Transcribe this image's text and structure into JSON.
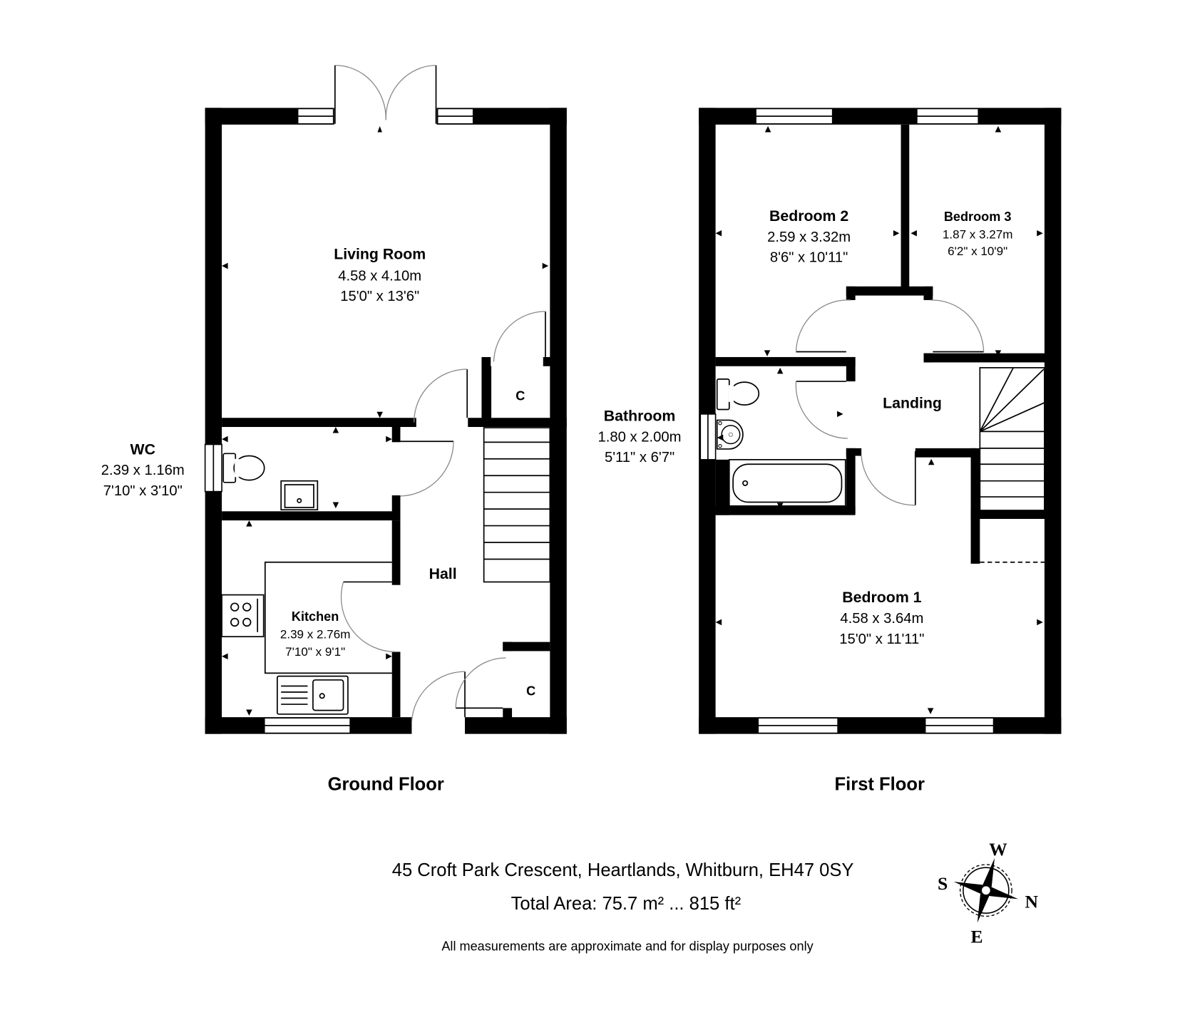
{
  "floors": [
    {
      "label": "Ground Floor",
      "rooms": [
        {
          "name": "Living Room",
          "metric": "4.58 x 4.10m",
          "imperial": "15'0\" x 13'6\""
        },
        {
          "name": "WC",
          "metric": "2.39 x 1.16m",
          "imperial": "7'10\" x 3'10\""
        },
        {
          "name": "Kitchen",
          "metric": "2.39 x 2.76m",
          "imperial": "7'10\" x 9'1\""
        },
        {
          "name": "Hall"
        },
        {
          "name": "C"
        },
        {
          "name": "C"
        }
      ]
    },
    {
      "label": "First Floor",
      "rooms": [
        {
          "name": "Bedroom 2",
          "metric": "2.59 x 3.32m",
          "imperial": "8'6\" x 10'11\""
        },
        {
          "name": "Bedroom 3",
          "metric": "1.87 x 3.27m",
          "imperial": "6'2\" x 10'9\""
        },
        {
          "name": "Bathroom",
          "metric": "1.80 x 2.00m",
          "imperial": "5'11\" x 6'7\""
        },
        {
          "name": "Landing"
        },
        {
          "name": "Bedroom 1",
          "metric": "4.58 x 3.64m",
          "imperial": "15'0\" x 11'11\""
        }
      ]
    }
  ],
  "footer": {
    "address": "45 Croft Park Crescent, Heartlands, Whitburn, EH47 0SY",
    "total_area": "Total Area: 75.7 m² ... 815 ft²",
    "disclaimer": "All measurements are approximate and for display purposes only"
  },
  "compass": {
    "top": "W",
    "left": "S",
    "right": "N",
    "bottom": "E"
  },
  "colors": {
    "wall": "#000000",
    "background": "#ffffff",
    "door_arc": "#888888"
  }
}
